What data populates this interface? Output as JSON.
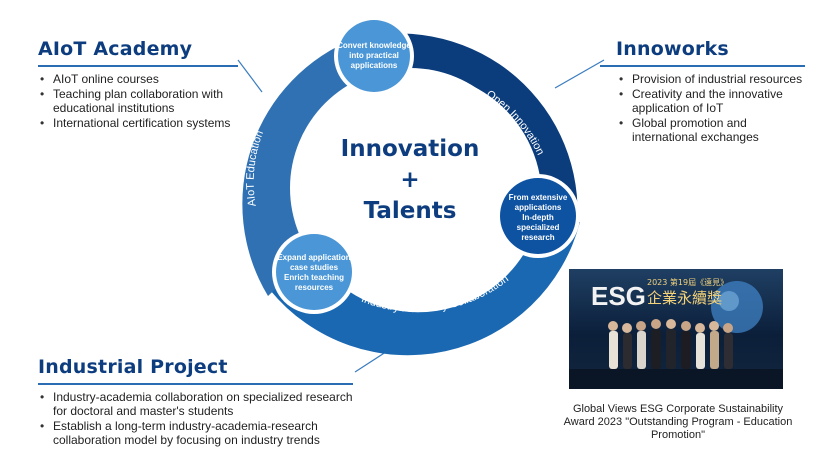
{
  "center": {
    "line1": "Innovation",
    "line2": "+",
    "line3": "Talents"
  },
  "ring_labels": {
    "aiot_education": "AIoT Education",
    "open_innovation": "Open Innovation",
    "industry_academy": "Industry-Academy Collaboration"
  },
  "bubbles": {
    "top": [
      "Convert knowledge",
      "into practical",
      "applications"
    ],
    "right": [
      "From extensive",
      "applications",
      "In-depth",
      "specialized",
      "research"
    ],
    "left": [
      "Expand application",
      "case studies",
      "Enrich teaching",
      "resources"
    ]
  },
  "panels": {
    "aiot": {
      "title": "AIoT Academy",
      "items": [
        "AIoT online courses",
        "Teaching plan collaboration with educational institutions",
        "International certification systems"
      ]
    },
    "innoworks": {
      "title": "Innoworks",
      "items": [
        "Provision of industrial resources",
        "Creativity and the innovative application of IoT",
        "Global promotion and international exchanges"
      ]
    },
    "industrial": {
      "title": "Industrial Project",
      "items": [
        "Industry-academia collaboration on specialized research for doctoral and master's students",
        "Establish a long-term industry-academia-research collaboration model by focusing on industry trends"
      ]
    }
  },
  "award": {
    "photo_banner": "ESG",
    "photo_subtitle": "2023 第19屆《遠見》",
    "photo_chinese": "企業永續獎",
    "caption": "Global Views ESG Corporate Sustainability Award 2023 \"Outstanding Program - Education Promotion\""
  },
  "colors": {
    "navy": "#0d3d7e",
    "ring_dark": "#0b3c7c",
    "ring_mid": "#1a68b2",
    "ring_left": "#2f71b3",
    "bubble": "#4a96d6",
    "connector": "#3a7cc0"
  }
}
